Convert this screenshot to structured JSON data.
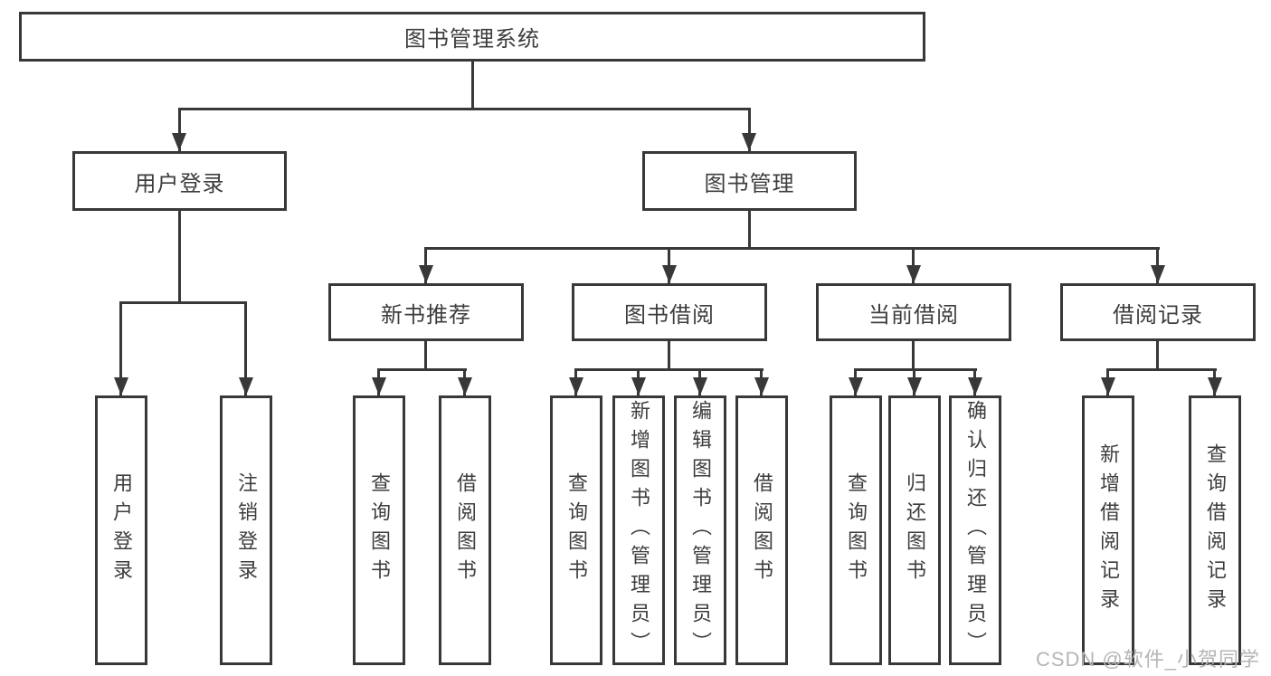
{
  "diagram": {
    "root": "图书管理系统",
    "level2": {
      "user_login": "用户登录",
      "book_mgmt": "图书管理"
    },
    "level3": {
      "new_book": "新书推荐",
      "borrow": "图书借阅",
      "current": "当前借阅",
      "records": "借阅记录"
    },
    "leaves": {
      "user_login": [
        "用户登录",
        "注销登录"
      ],
      "new_book": [
        "查询图书",
        "借阅图书"
      ],
      "borrow": [
        "查询图书",
        "新增图书（管理员）",
        "编辑图书（管理员）",
        "借阅图书"
      ],
      "current": [
        "查询图书",
        "归还图书",
        "确认归还（管理员）"
      ],
      "records": [
        "新增借阅记录",
        "查询借阅记录"
      ]
    }
  },
  "watermark": "CSDN @软件_小贺同学",
  "colors": {
    "line": "#383838",
    "text": "#3d3d3d",
    "watermark": "#b5b5b5",
    "background": "#ffffff"
  }
}
